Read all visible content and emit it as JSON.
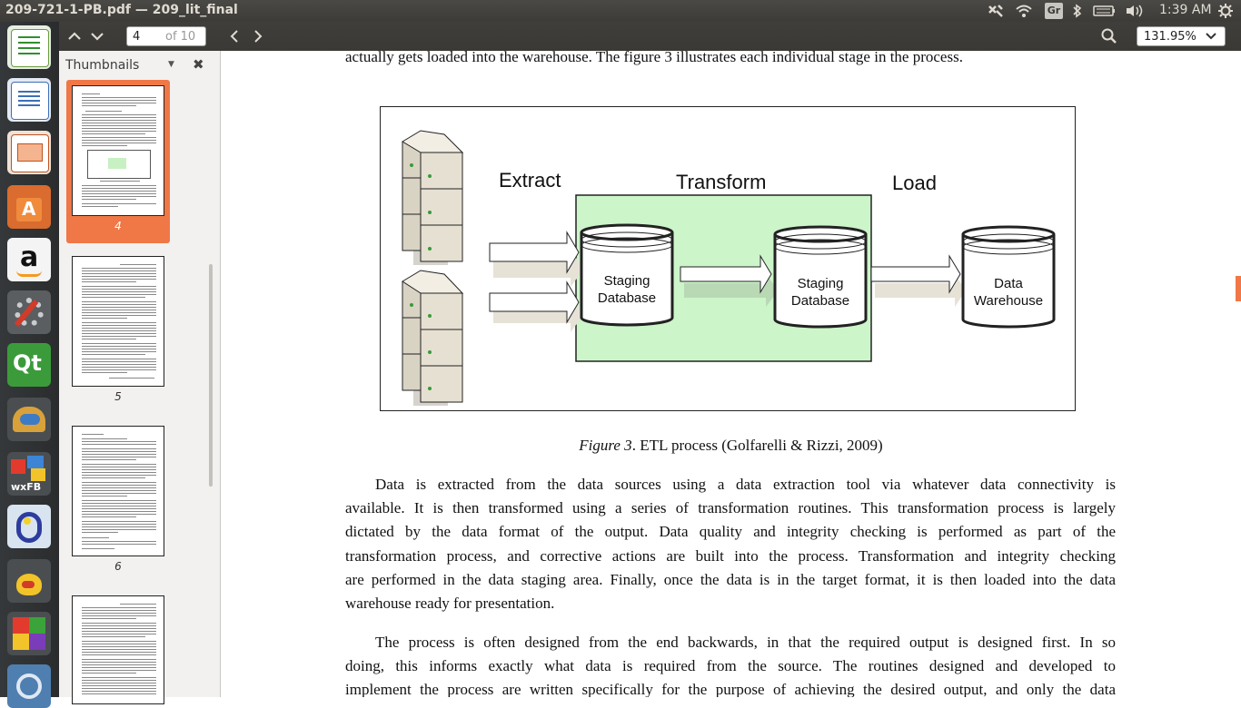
{
  "window": {
    "title": "209-721-1-PB.pdf — 209_lit_final"
  },
  "tray": {
    "clock": "1:39 AM",
    "keyboard": "Gr"
  },
  "launcher": {
    "icons": [
      "spreadsheet-icon",
      "writer-icon",
      "impress-icon",
      "software-center-icon",
      "amazon-icon",
      "system-settings-icon",
      "qt-creator-icon",
      "mail-icon",
      "wxformbuilder-icon",
      "python-icon",
      "teapot-icon",
      "colors-icon",
      "network-icon"
    ]
  },
  "toolbar": {
    "page_current": "4",
    "page_total": "of 10",
    "zoom": "131.95%"
  },
  "sidebar": {
    "title": "Thumbnails",
    "pages": [
      {
        "num": "4",
        "selected": true
      },
      {
        "num": "5",
        "selected": false
      },
      {
        "num": "6",
        "selected": false
      },
      {
        "num": "",
        "selected": false
      }
    ]
  },
  "document": {
    "top_line": "actually gets loaded into the warehouse. The figure 3 illustrates each individual stage in the process.",
    "figure": {
      "extract": "Extract",
      "transform": "Transform",
      "load": "Load",
      "staging1_line1": "Staging",
      "staging1_line2": "Database",
      "staging2_line1": "Staging",
      "staging2_line2": "Database",
      "dw_line1": "Data",
      "dw_line2": "Warehouse"
    },
    "caption_italic": "Figure 3",
    "caption_rest": ". ETL process (Golfarelli & Rizzi, 2009)",
    "para1": [
      "Data is extracted from the data sources using a data extraction tool via whatever data connectivity is",
      "available. It is then transformed using a series of transformation routines. This transformation process is largely",
      "dictated by the data format of the output. Data quality and integrity checking is performed as part of the",
      "transformation process, and corrective actions are built into the process. Transformation and integrity checking",
      "are performed in the data staging area. Finally, once the data is in the target format, it is then loaded into the data",
      "warehouse ready for presentation."
    ],
    "para2": [
      "The process is often designed from the end backwards, in that the required output is designed first. In so",
      "doing, this informs exactly what data is required from the source. The routines designed and developed to",
      "implement the process are written specifically for the purpose of achieving the desired output, and only the data"
    ]
  }
}
